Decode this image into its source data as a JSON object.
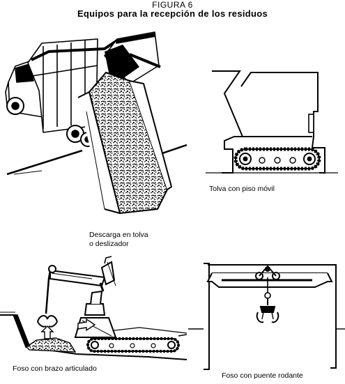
{
  "figure": {
    "label": "FIGURA 6",
    "title": "Equipos para la recepción de los residuos"
  },
  "panels": {
    "descarga": {
      "caption_line1": "Descarga en tolva",
      "caption_line2": "o deslizador"
    },
    "tolva": {
      "caption": "Tolva con piso móvil"
    },
    "foso_brazo": {
      "caption": "Foso con brazo articulado"
    },
    "foso_puente": {
      "caption": "Foso con puente rodante"
    }
  }
}
